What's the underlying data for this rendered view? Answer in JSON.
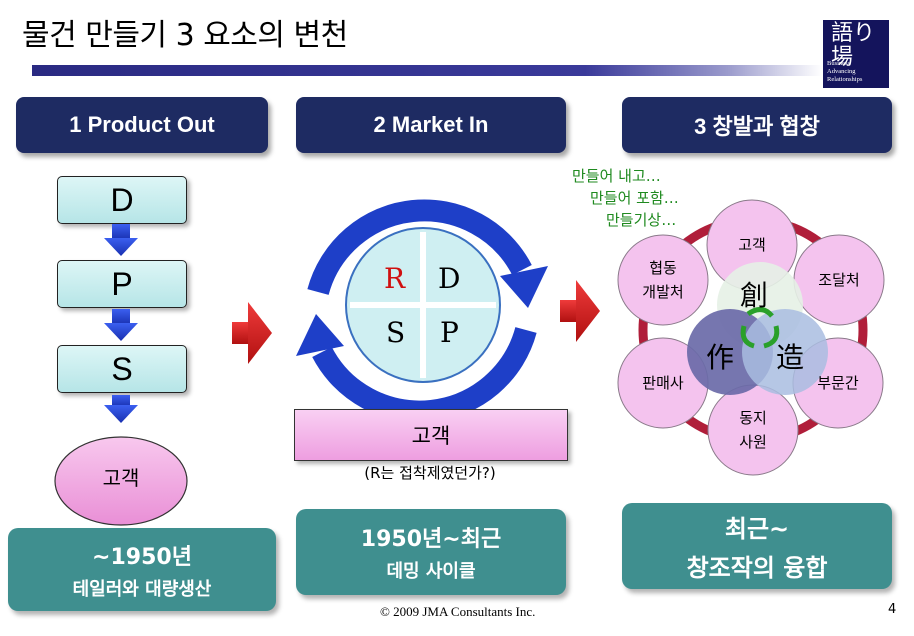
{
  "slide": {
    "title": "물건 만들기 3 요소의 변천",
    "logo": {
      "text": "語り場",
      "small": [
        "Business",
        "Advancing",
        "Relationships"
      ]
    },
    "footer": "© 2009 JMA Consultants Inc.",
    "page_number": "4"
  },
  "col1": {
    "header": "1 Product Out",
    "steps": [
      "D",
      "P",
      "S"
    ],
    "customer": "고객",
    "bottom_line1": "~1950년",
    "bottom_line2": "테일러와 대량생산"
  },
  "col2": {
    "header": "2 Market In",
    "quadrants": [
      "R",
      "D",
      "S",
      "P"
    ],
    "customer": "고객",
    "note": "(R는 접착제였던가?)",
    "bottom_line1": "1950년~최근",
    "bottom_line2": "데밍 사이클"
  },
  "col3": {
    "header": "3 창발과 협창",
    "phrases": [
      "만들어 내고…",
      "만들어 포함…",
      "만들기상…"
    ],
    "petals": [
      "고객",
      "조달처",
      "부문간",
      "동지\n사원",
      "판매사",
      "협동\n개발처"
    ],
    "center": [
      "創",
      "作",
      "造"
    ],
    "bottom_line1": "최근~",
    "bottom_line2": "창조작의 융합"
  },
  "colors": {
    "navy": "#1e2b62",
    "teal": "#3f8f8f",
    "arrow_red": "#d42020",
    "ring_blue": "#1e3fc8",
    "petal_pink": "#f4c3ee",
    "ring_crimson": "#b01e3a"
  }
}
